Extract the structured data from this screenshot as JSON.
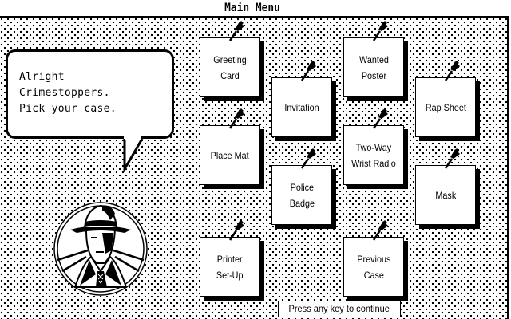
{
  "title": "Main Menu",
  "speech_bubble": {
    "text": "Alright\nCrimestoppers.\nPick your case."
  },
  "portrait": {
    "icon": "detective-portrait-icon"
  },
  "cards": [
    {
      "id": "greeting-card",
      "label": "Greeting\nCard"
    },
    {
      "id": "wanted-poster",
      "label": "Wanted\nPoster"
    },
    {
      "id": "invitation",
      "label": "Invitation"
    },
    {
      "id": "rap-sheet",
      "label": "Rap Sheet"
    },
    {
      "id": "place-mat",
      "label": "Place Mat"
    },
    {
      "id": "two-way-wrist-radio",
      "label": "Two-Way\nWrist Radio"
    },
    {
      "id": "police-badge",
      "label": "Police\nBadge"
    },
    {
      "id": "mask",
      "label": "Mask"
    },
    {
      "id": "printer-set-up",
      "label": "Printer\nSet-Up"
    },
    {
      "id": "previous-case",
      "label": "Previous\nCase"
    }
  ],
  "pin_icon": "pushpin-icon",
  "status": {
    "prompt": "Press any key to continue"
  },
  "colors": {
    "ink": "#000000",
    "paper": "#ffffff"
  }
}
